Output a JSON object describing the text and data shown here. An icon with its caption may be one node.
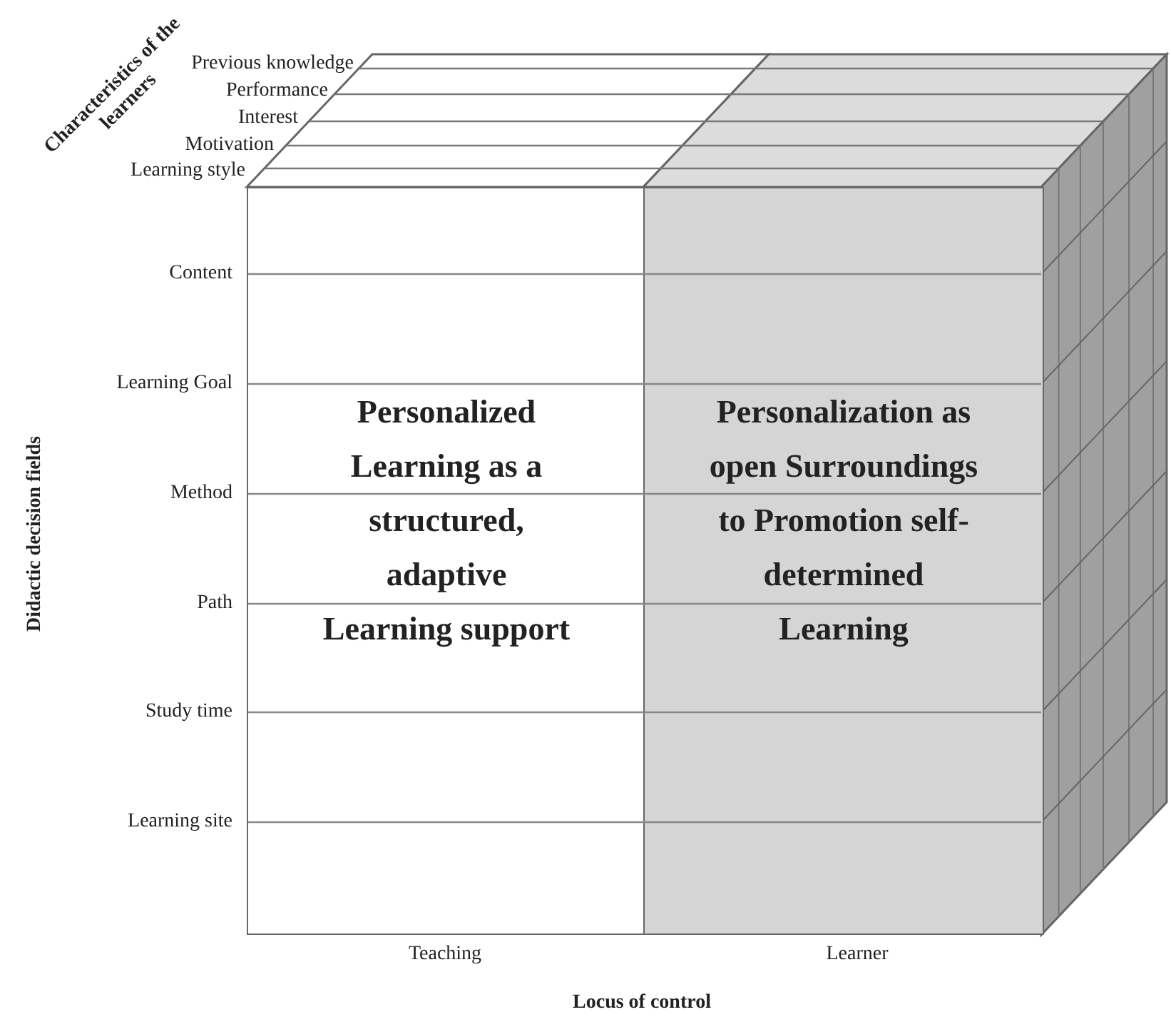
{
  "diagram": {
    "nodes": [
      {
        "text": [
          "Personalized Learning as a structured, adaptive Learning support"
        ]
      },
      {
        "text": [
          "Personalization as open Surroundings to Promotion self-determined Learning"
        ]
      }
    ],
    "labels": [
      "Characteristics of the learners",
      "Previous knowledge",
      "Performance",
      "Interest",
      "Motivation",
      "Learning style",
      "Content",
      "Learning Goal",
      "Method",
      "Path",
      "Study time",
      "Learning site",
      "Didactic decision fields",
      "Teaching",
      "Learner",
      "Locus of control"
    ]
  }
}
